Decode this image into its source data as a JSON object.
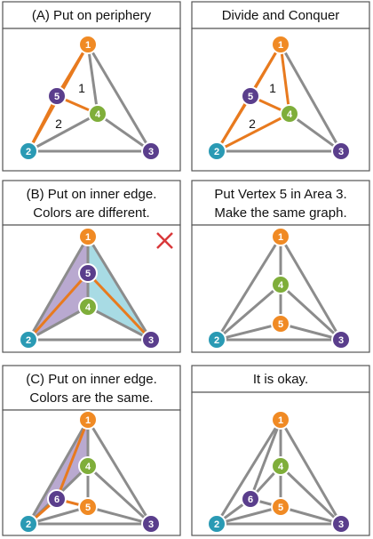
{
  "colors": {
    "orange": "#f08a24",
    "green": "#7fae3a",
    "purple": "#5a3e8c",
    "teal": "#2a9ab4",
    "edge_gray": "#8c8c8c",
    "edge_orange": "#e87a1e",
    "fill_purple": "#b9a9d0",
    "fill_cyan": "#a8dbe4",
    "cross_red": "#d9383a"
  },
  "panels": [
    {
      "title": [
        "(A) Put on periphery"
      ],
      "areas": [
        "1",
        "2"
      ],
      "vertex_labels": [
        "1",
        "2",
        "3",
        "4",
        "5"
      ]
    },
    {
      "title": [
        "Divide and Conquer"
      ],
      "areas": [
        "1",
        "2"
      ],
      "vertex_labels": [
        "1",
        "2",
        "3",
        "4",
        "5"
      ]
    },
    {
      "title": [
        "(B) Put on inner edge.",
        "Colors are different."
      ],
      "vertex_labels": [
        "1",
        "2",
        "3",
        "4",
        "5"
      ],
      "mark": "cross-icon"
    },
    {
      "title": [
        "Put Vertex 5 in Area 3.",
        "Make the same graph."
      ],
      "vertex_labels": [
        "1",
        "2",
        "3",
        "4",
        "5"
      ]
    },
    {
      "title": [
        "(C) Put on inner edge.",
        "Colors are the same."
      ],
      "vertex_labels": [
        "1",
        "2",
        "3",
        "4",
        "5",
        "6"
      ]
    },
    {
      "title": [
        "It is okay."
      ],
      "vertex_labels": [
        "1",
        "2",
        "3",
        "4",
        "5",
        "6"
      ]
    }
  ]
}
